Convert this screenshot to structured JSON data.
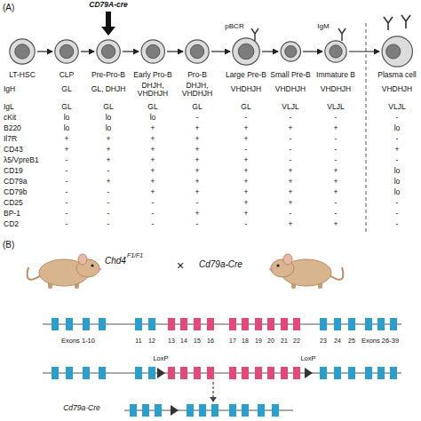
{
  "diagram": {
    "nodes": [
      {
        "text": [
          "LT-HSC"
        ]
      },
      {
        "text": [
          "CLP"
        ]
      },
      {
        "text": [
          "Pre-Pro-B"
        ]
      },
      {
        "text": [
          "Early Pro-B"
        ]
      },
      {
        "text": [
          "Pro-B"
        ]
      },
      {
        "text": [
          "Large Pre-B"
        ]
      },
      {
        "text": [
          "Small Pre-B"
        ]
      },
      {
        "text": [
          "Immature B"
        ]
      },
      {
        "text": [
          "Plasma cell"
        ]
      }
    ],
    "edges": [
      {
        "from": 0,
        "to": 1,
        "arrow": "to"
      },
      {
        "from": 1,
        "to": 2,
        "arrow": "to"
      },
      {
        "from": 2,
        "to": 3,
        "arrow": "to"
      },
      {
        "from": 3,
        "to": 4,
        "arrow": "to"
      },
      {
        "from": 4,
        "to": 5,
        "arrow": "to"
      },
      {
        "from": 5,
        "to": 6,
        "arrow": "to"
      },
      {
        "from": 6,
        "to": 7,
        "arrow": "to"
      },
      {
        "from": 7,
        "to": 8,
        "arrow": "to"
      }
    ],
    "labels": [
      "(A)",
      "CD79A-cre",
      "pBCR",
      "IgM",
      "IgH",
      "GL",
      "GL, DHJH",
      "DHJH, VHDHJH",
      "DHJH, VHDHJH",
      "VHDHJH",
      "VHDHJH",
      "VHDHJH",
      "VHDHJH",
      "IgL",
      "GL",
      "GL",
      "GL",
      "GL",
      "GL",
      "VLJL",
      "VLJL",
      "VLJL",
      "cKit",
      "lo",
      "lo",
      "lo",
      "-",
      "-",
      "-",
      "-",
      "-",
      "B220",
      "lo",
      "lo",
      "+",
      "+",
      "+",
      "+",
      "+",
      "lo",
      "Il7R",
      "+",
      "+",
      "+",
      "+",
      "+",
      "-",
      "-",
      "-",
      "CD43",
      "+",
      "+",
      "+",
      "+",
      "-",
      "-",
      "-",
      "+",
      "λ5/VpreB1",
      "-",
      "+",
      "+",
      "+",
      "+",
      "-",
      "-",
      "-",
      "CD19",
      "-",
      "-",
      "+",
      "+",
      "+",
      "+",
      "+",
      "lo",
      "CD79a",
      "-",
      "+",
      "+",
      "+",
      "+",
      "+",
      "+",
      "lo",
      "CD79b",
      "-",
      "-",
      "+",
      "+",
      "+",
      "+",
      "+",
      "lo",
      "CD25",
      "-",
      "-",
      "-",
      "-",
      "+",
      "+",
      "-",
      "-",
      "BP-1",
      "-",
      "-",
      "-",
      "+",
      "+",
      "-",
      "-",
      "-",
      "CD2",
      "-",
      "-",
      "-",
      "-",
      "-",
      "+",
      "+",
      "-",
      "(B)",
      "Chd4",
      "F1/F1",
      "×",
      "Cd79a-Cre",
      "Exons 1-10",
      "11",
      "12",
      "13",
      "14",
      "15",
      "16",
      "17",
      "18",
      "19",
      "20",
      "21",
      "22",
      "23",
      "24",
      "25",
      "Exons 26-39",
      "LoxP",
      "LoxP",
      "Cd79a-Cre"
    ]
  }
}
